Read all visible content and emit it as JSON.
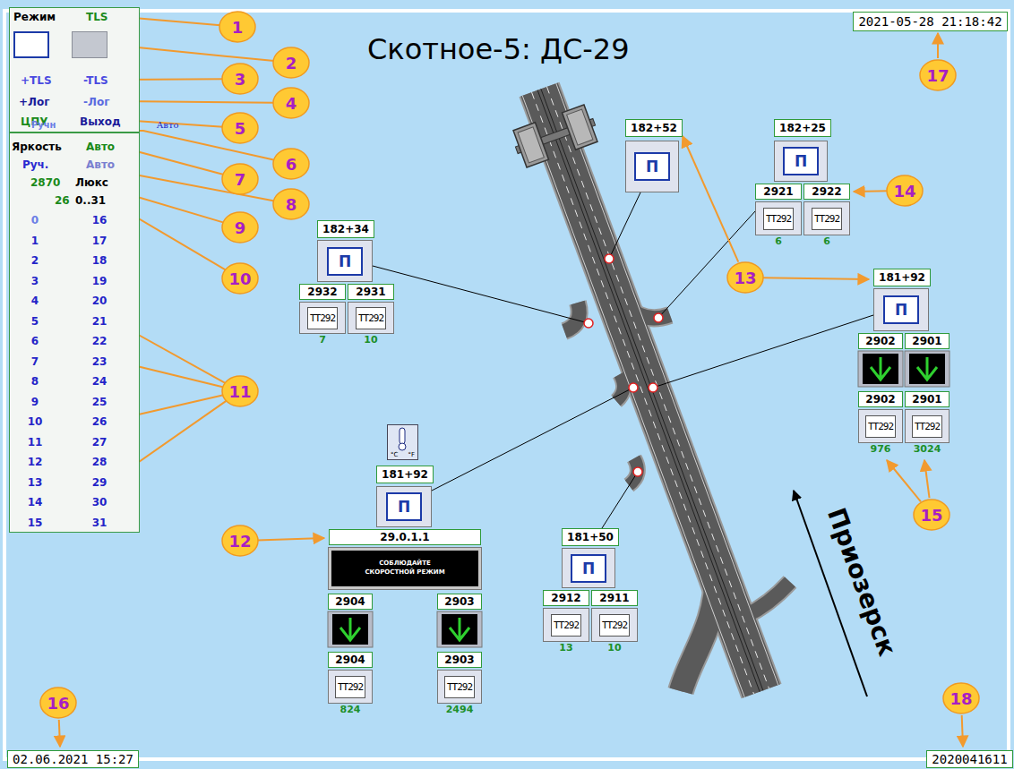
{
  "diagram": {
    "title": "Скотное-5: ДС-29",
    "nodes": [
      {
        "text": [
          "Режим",
          "TLS",
          "+TLS",
          "-TLS",
          "+Лог",
          "-Лог",
          "ЦПУ",
          "Выход"
        ]
      },
      {
        "text": [
          "Ручн"
        ],
        "in": 0
      },
      {
        "text": [
          "Авто"
        ],
        "in": 0
      },
      {
        "text": [
          "Яркость",
          "Авто",
          "Руч.",
          "Авто",
          "2870",
          "Люкс",
          "26",
          "0..31",
          "0",
          "16",
          "1",
          "17",
          "2",
          "18",
          "3",
          "19",
          "4",
          "20",
          "5",
          "21",
          "6",
          "22",
          "7",
          "23",
          "8",
          "24",
          "9",
          "25",
          "10",
          "26",
          "11",
          "27",
          "12",
          "28",
          "13",
          "29",
          "14",
          "30",
          "15",
          "31"
        ]
      },
      {
        "text": [
          "2021-05-28 21:18:42"
        ]
      },
      {
        "text": [
          "182+52"
        ]
      },
      {
        "text": [
          "П"
        ]
      },
      {
        "text": [
          "182+25"
        ]
      },
      {
        "text": [
          "П"
        ]
      },
      {
        "text": [
          "2921"
        ]
      },
      {
        "text": [
          "2922"
        ]
      },
      {
        "text": [
          "TT292",
          "6"
        ]
      },
      {
        "text": [
          "TT292",
          "6"
        ]
      },
      {
        "text": [
          "182+34"
        ]
      },
      {
        "text": [
          "П"
        ]
      },
      {
        "text": [
          "2932"
        ]
      },
      {
        "text": [
          "2931"
        ]
      },
      {
        "text": [
          "TT292",
          "7"
        ]
      },
      {
        "text": [
          "TT292",
          "10"
        ]
      },
      {
        "text": [
          "181+92"
        ]
      },
      {
        "text": [
          "П"
        ]
      },
      {
        "text": [
          "2902"
        ]
      },
      {
        "text": [
          "2901"
        ]
      },
      {
        "text": [
          "2902"
        ]
      },
      {
        "text": [
          "2901"
        ]
      },
      {
        "text": [
          "TT292",
          "976"
        ]
      },
      {
        "text": [
          "TT292",
          "3024"
        ]
      },
      {
        "text": [
          "°C",
          "°F"
        ]
      },
      {
        "text": [
          "181+92"
        ]
      },
      {
        "text": [
          "П"
        ]
      },
      {
        "text": [
          "29.0.1.1"
        ]
      },
      {
        "text": [
          "СОБЛЮДАЙТЕ СКОРОСТНОЙ РЕЖИМ"
        ]
      },
      {
        "text": [
          "181+50"
        ]
      },
      {
        "text": [
          "П"
        ]
      },
      {
        "text": [
          "2912"
        ]
      },
      {
        "text": [
          "2911"
        ]
      },
      {
        "text": [
          "2904"
        ]
      },
      {
        "text": [
          "2903"
        ]
      },
      {
        "text": [
          "TT292",
          "13"
        ]
      },
      {
        "text": [
          "TT292",
          "10"
        ]
      },
      {
        "text": [
          "2904"
        ]
      },
      {
        "text": [
          "2903"
        ]
      },
      {
        "text": [
          "TT292",
          "824"
        ]
      },
      {
        "text": [
          "TT292",
          "2494"
        ]
      },
      {
        "text": [
          "02.06.2021 15:27"
        ]
      },
      {
        "text": [
          "2020041611"
        ]
      }
    ],
    "labels": [
      "Приозерск",
      "1",
      "2",
      "3",
      "4",
      "5",
      "6",
      "7",
      "8",
      "9",
      "10",
      "11",
      "12",
      "13",
      "14",
      "15",
      "16",
      "17",
      "18"
    ]
  }
}
